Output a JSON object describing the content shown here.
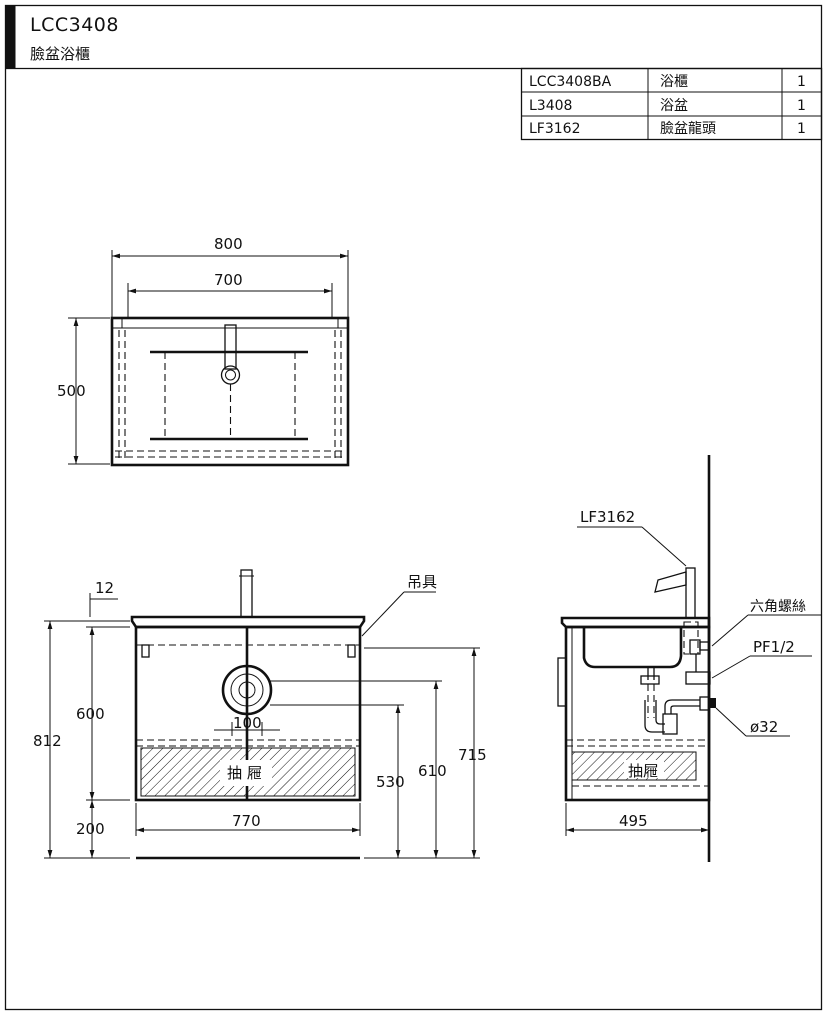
{
  "header": {
    "model": "LCC3408",
    "product_name": "臉盆浴櫃"
  },
  "parts_table": [
    {
      "code": "LCC3408BA",
      "name": "浴櫃",
      "qty": "1"
    },
    {
      "code": "L3408",
      "name": "浴盆",
      "qty": "1"
    },
    {
      "code": "LF3162",
      "name": "臉盆龍頭",
      "qty": "1"
    }
  ],
  "top_view": {
    "width_outer": "800",
    "width_inner": "700",
    "depth": "500"
  },
  "front_view": {
    "top_thickness": "12",
    "total_height": "812",
    "cabinet_height": "600",
    "floor_clearance": "200",
    "cabinet_width": "770",
    "drain_offset": "100",
    "h_530": "530",
    "h_610": "610",
    "h_715": "715",
    "hanger_label": "吊具",
    "drawer_label": "抽 屜"
  },
  "side_view": {
    "faucet_label": "LF3162",
    "bolt_label": "六角螺絲",
    "pipe_thread_label": "PF1/2",
    "drain_dia_label": "ø32",
    "depth": "495",
    "drawer_label": "抽屜"
  },
  "colors": {
    "line": "#111111",
    "background": "#ffffff"
  }
}
